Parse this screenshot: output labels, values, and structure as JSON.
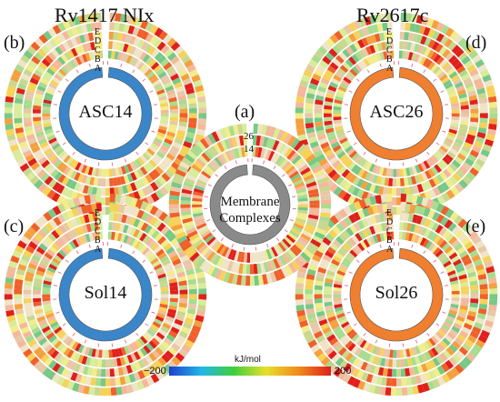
{
  "titles": {
    "left": "Rv1417  NIx",
    "right": "Rv2617c"
  },
  "ring_letters": [
    "E",
    "D",
    "C",
    "B",
    "A"
  ],
  "ring_letters_center": [
    "26",
    "14"
  ],
  "panels": [
    {
      "id": "b",
      "letter": "(b)",
      "center": "ASC14",
      "hub_color": "#3a86c8",
      "rings": 5
    },
    {
      "id": "d",
      "letter": "(d)",
      "center": "ASC26",
      "hub_color": "#f07f30",
      "rings": 5
    },
    {
      "id": "c",
      "letter": "(c)",
      "center": "Sol14",
      "hub_color": "#3a86c8",
      "rings": 5
    },
    {
      "id": "e",
      "letter": "(e)",
      "center": "Sol26",
      "hub_color": "#f07f30",
      "rings": 5
    },
    {
      "id": "a",
      "letter": "(a)",
      "center_line1": "Membrane",
      "center_line2": "Complexes",
      "hub_color": "#8a8a8a",
      "rings": 2
    }
  ],
  "colorbar": {
    "unit": "kJ/mol",
    "min_label": "−200",
    "max_label": "200",
    "stops": [
      "#1f3fd0",
      "#22b7e8",
      "#3fcf3a",
      "#e8e02a",
      "#f08a1c",
      "#e0201c"
    ]
  }
}
